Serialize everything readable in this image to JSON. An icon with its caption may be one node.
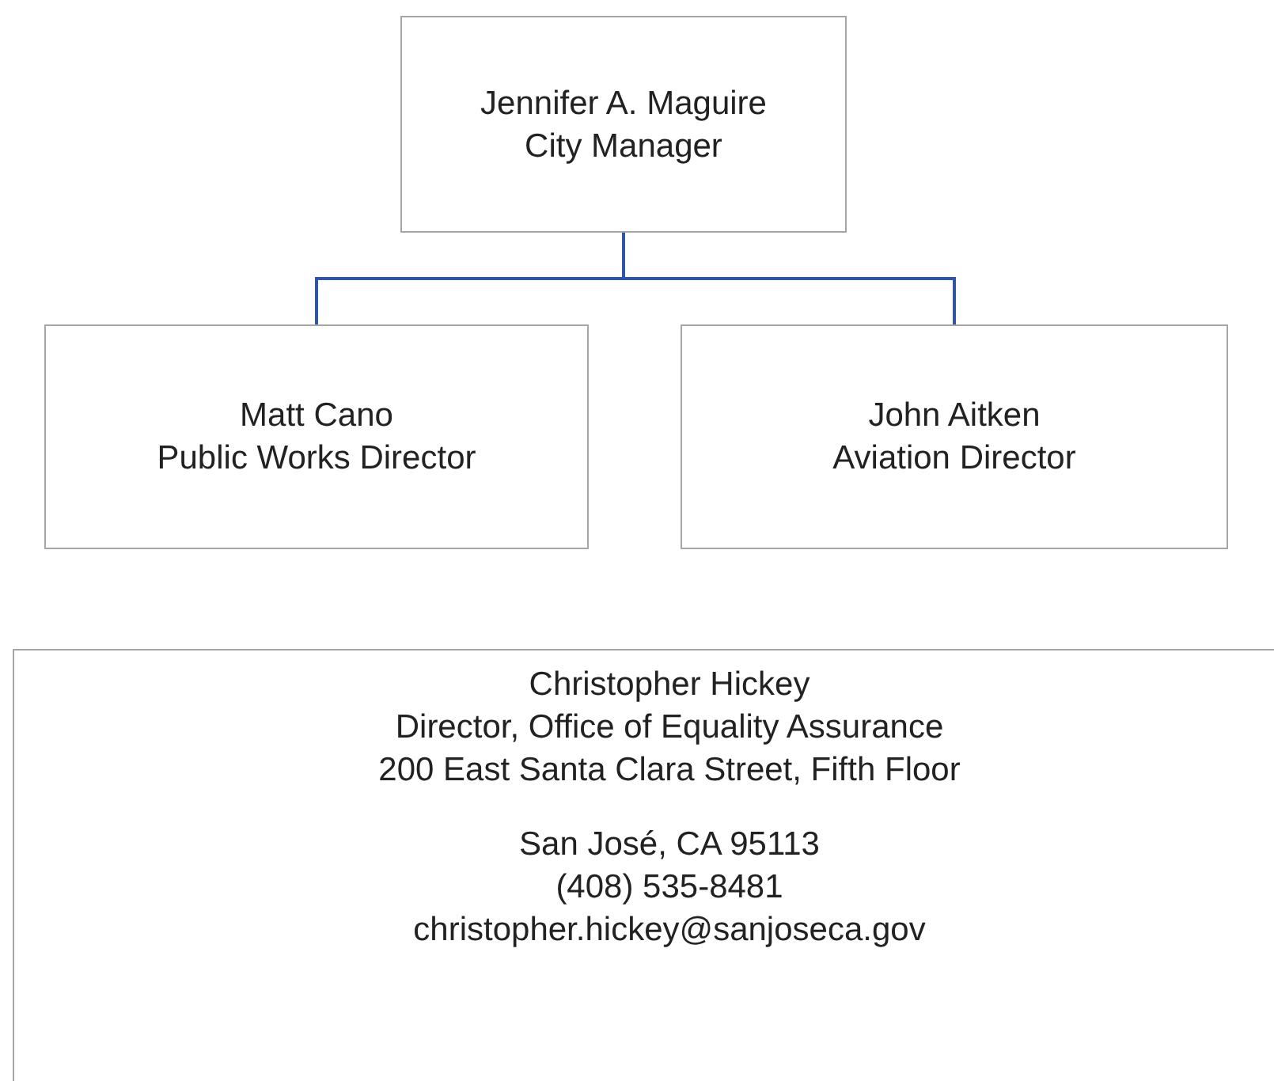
{
  "diagram": {
    "nodes": [
      {
        "text": [
          "Jennifer A. Maguire",
          "City Manager"
        ]
      },
      {
        "text": [
          "Matt Cano",
          "Public Works Director"
        ]
      },
      {
        "text": [
          "John Aitken",
          "Aviation Director"
        ]
      },
      {
        "text": [
          "Christopher Hickey",
          "Director, Office of Equality Assurance",
          "200 East Santa Clara Street, Fifth Floor",
          "San José, CA 95113",
          "(408) 535-8481",
          "christopher.hickey@sanjoseca.gov"
        ]
      }
    ],
    "edges": [
      {
        "from": 0,
        "to": 1,
        "arrow": "none"
      },
      {
        "from": 0,
        "to": 2,
        "arrow": "none"
      }
    ]
  }
}
